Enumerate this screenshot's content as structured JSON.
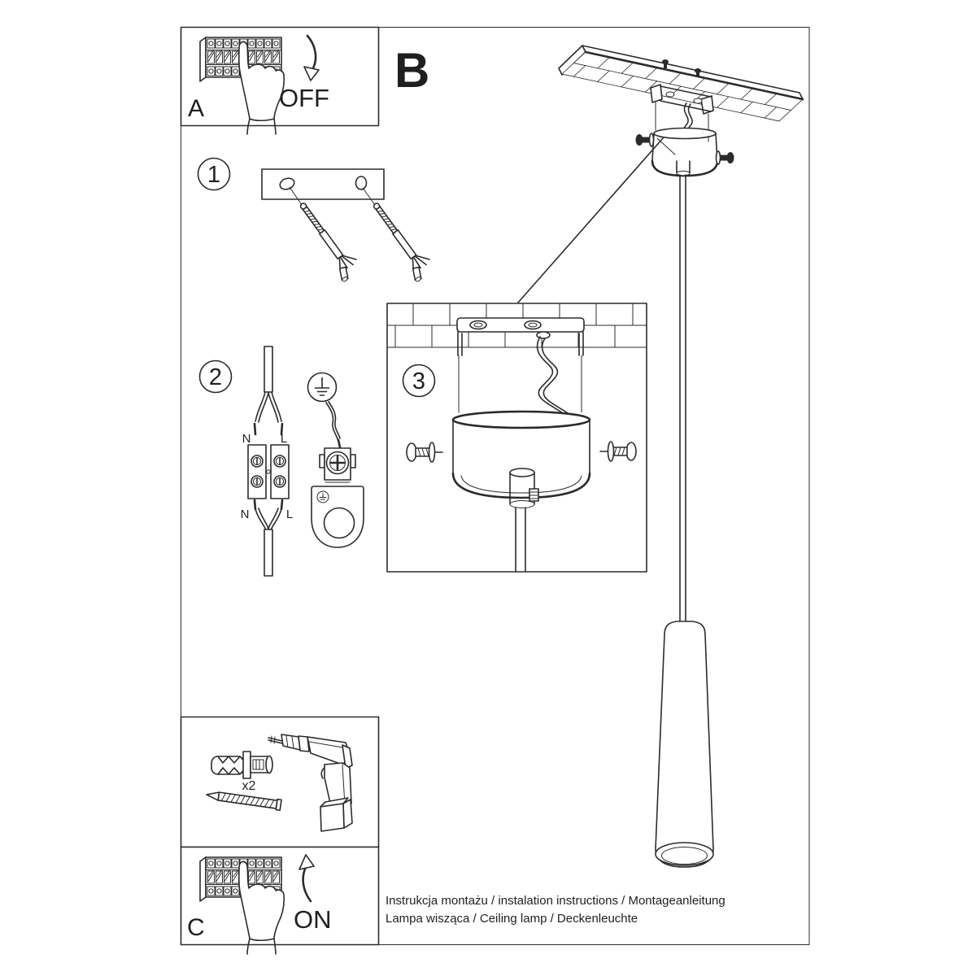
{
  "sections": {
    "a": {
      "label": "A",
      "state": "OFF"
    },
    "b": {
      "label": "B"
    },
    "c": {
      "label": "C",
      "state": "ON"
    }
  },
  "steps": {
    "one": "1",
    "two": "2",
    "three": "3"
  },
  "wiring_labels": {
    "neutral": "N",
    "live": "L"
  },
  "hardware": {
    "anchor_quantity": "x2"
  },
  "captions": {
    "line1": "Instrukcja montażu / instalation instructions / Montageanleitung",
    "line2": "Lampa wisząca / Ceiling lamp  / Deckenleuchte"
  },
  "colors": {
    "line": "#2b2b2b",
    "background": "#ffffff"
  }
}
